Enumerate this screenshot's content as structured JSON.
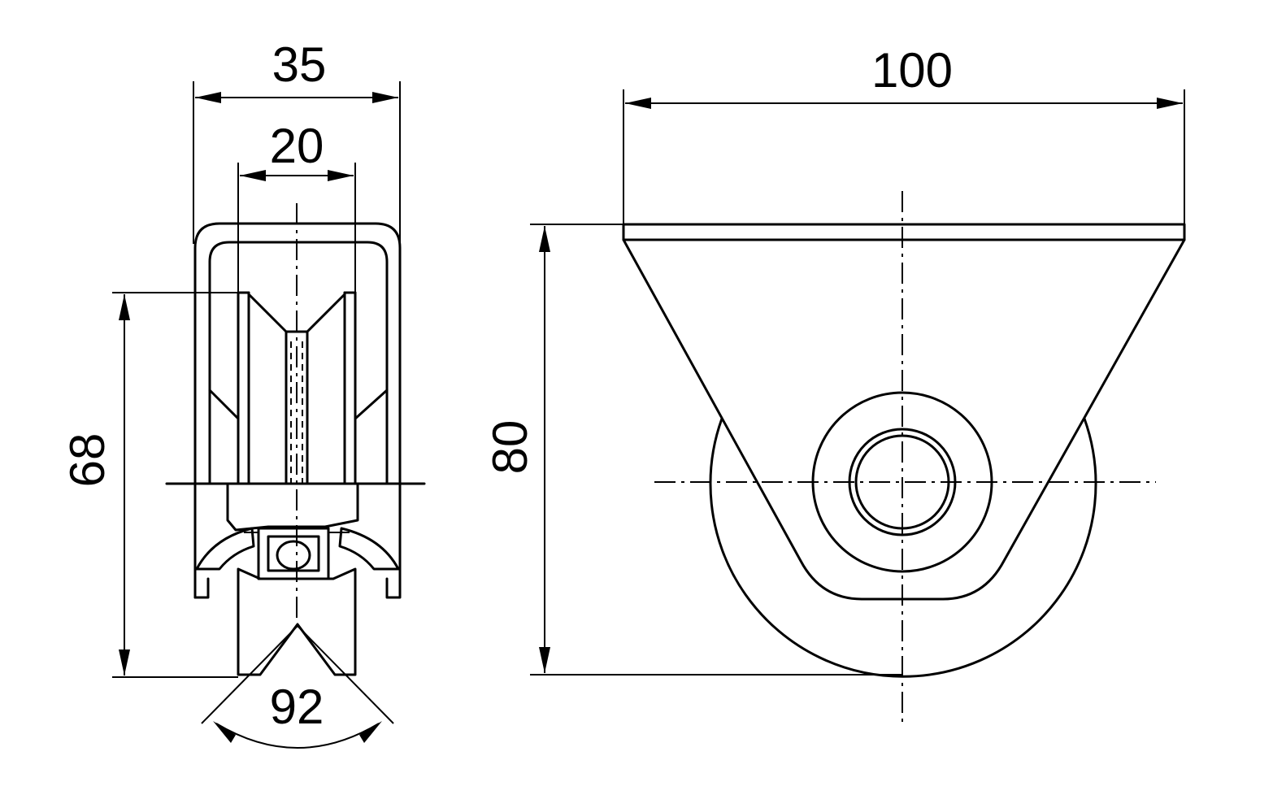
{
  "drawing": {
    "dimensions": {
      "outer_width": "35",
      "groove_width": "20",
      "side_height": "68",
      "groove_angle": "92",
      "overall_width": "100",
      "overall_height": "80"
    }
  },
  "colors": {
    "line": "#000000",
    "background": "#ffffff"
  }
}
